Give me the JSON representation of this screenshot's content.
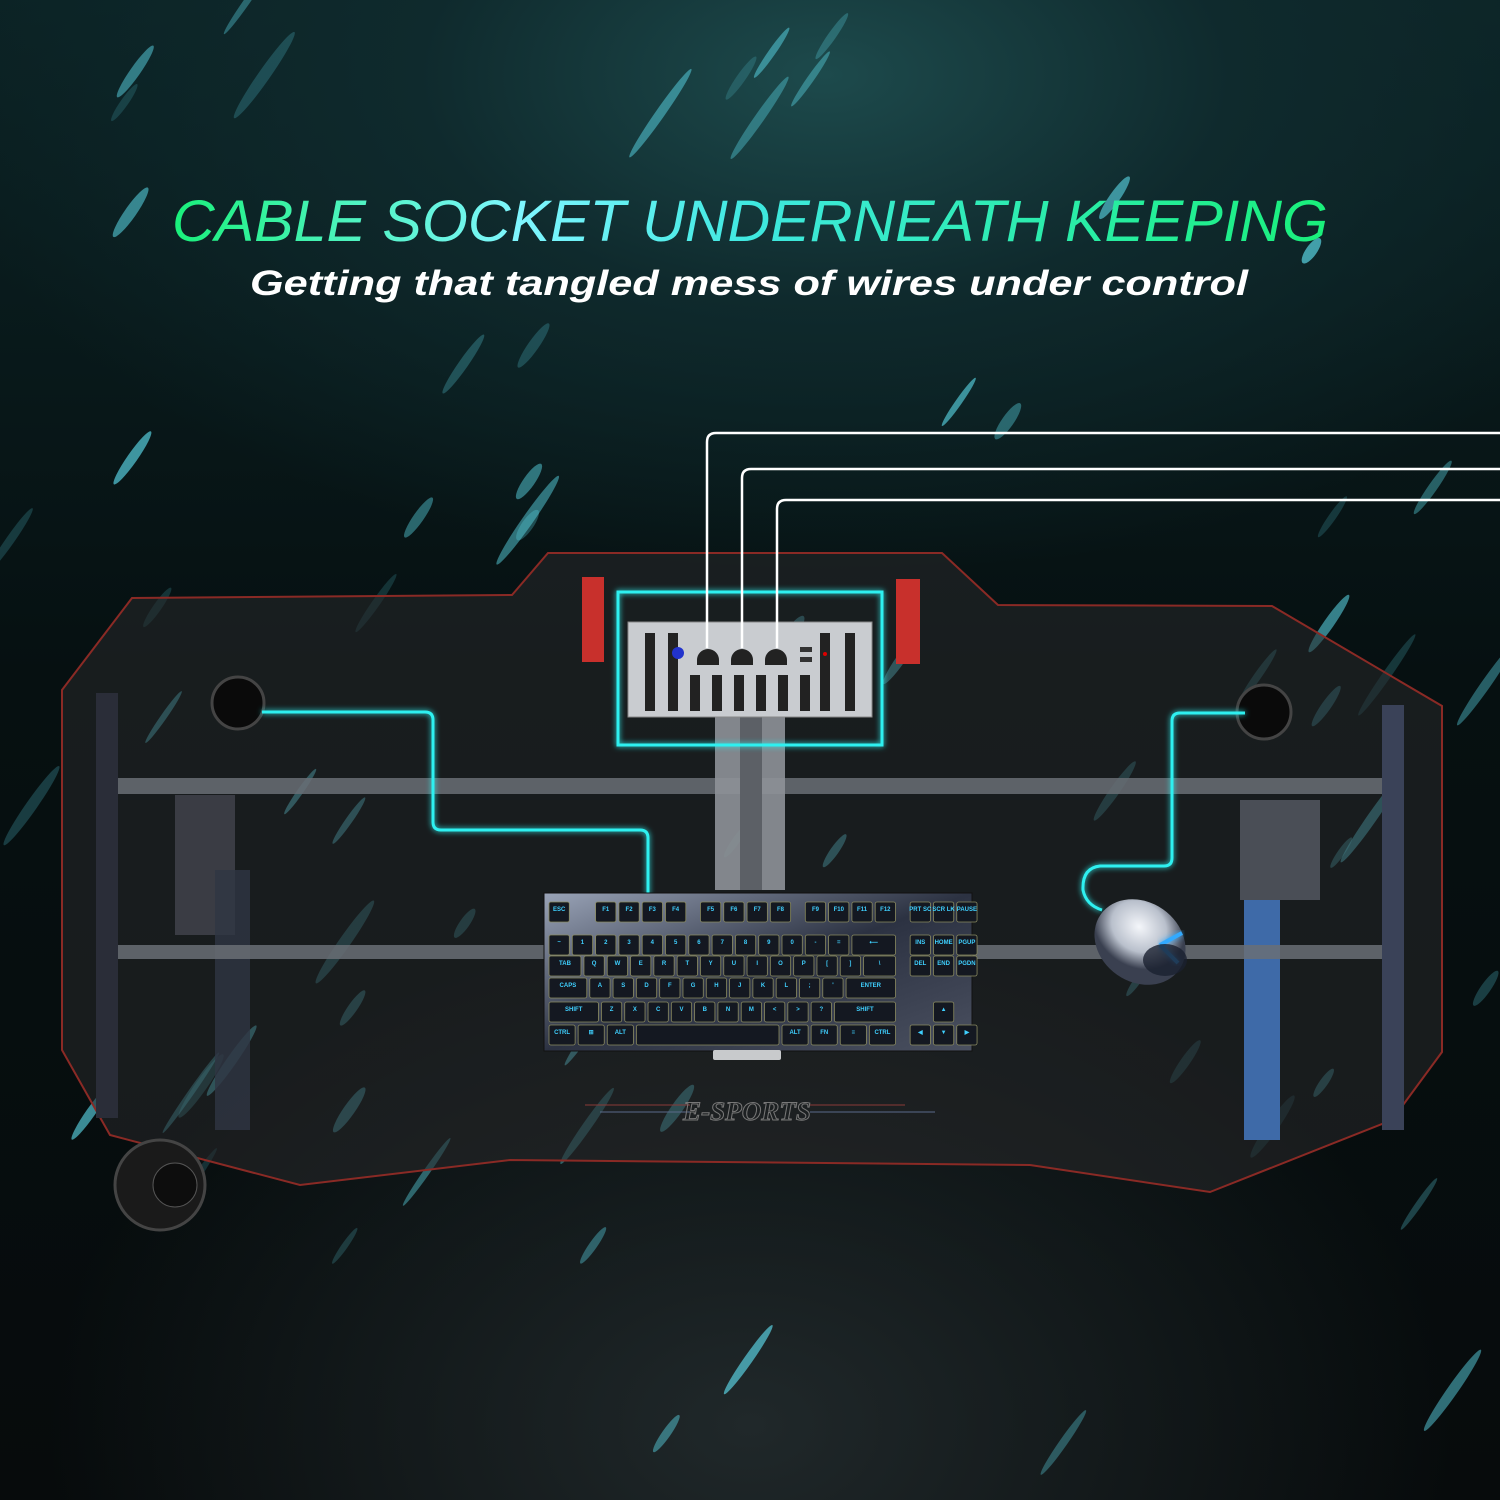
{
  "headline": {
    "title": "CABLE SOCKET UNDERNEATH KEEPING",
    "subtitle": "Getting that tangled mess of wires under control"
  },
  "product": {
    "desk_logo": "E-SPORTS",
    "keyboard_rows": [
      [
        "ESC",
        "F1",
        "F2",
        "F3",
        "F4",
        "F5",
        "F6",
        "F7",
        "F8",
        "F9",
        "F10",
        "F11",
        "F12",
        "PRT SC",
        "SCR LK",
        "PAUSE"
      ],
      [
        "~",
        "1",
        "2",
        "3",
        "4",
        "5",
        "6",
        "7",
        "8",
        "9",
        "0",
        "-",
        "=",
        "⟵",
        "INS",
        "HOME",
        "PGUP"
      ],
      [
        "TAB",
        "Q",
        "W",
        "E",
        "R",
        "T",
        "Y",
        "U",
        "I",
        "O",
        "P",
        "[",
        "]",
        "\\",
        "DEL",
        "END",
        "PGDN"
      ],
      [
        "CAPS",
        "A",
        "S",
        "D",
        "F",
        "G",
        "H",
        "J",
        "K",
        "L",
        ";",
        "'",
        "ENTER"
      ],
      [
        "SHIFT",
        "Z",
        "X",
        "C",
        "V",
        "B",
        "N",
        "M",
        "<",
        ">",
        "?",
        "SHIFT",
        "▲"
      ],
      [
        "CTRL",
        "⊞",
        "ALT",
        "",
        "ALT",
        "FN",
        "≡",
        "CTRL",
        "◀",
        "▼",
        "▶"
      ]
    ]
  },
  "colors": {
    "title_green": "#19f07a",
    "title_cyan": "#7ff6ff",
    "cable_glow": "#2ff0f0",
    "desk_edge": "#8a2a25",
    "bracket_red": "#c8302c",
    "key_backlight": "#3fd0ff"
  }
}
